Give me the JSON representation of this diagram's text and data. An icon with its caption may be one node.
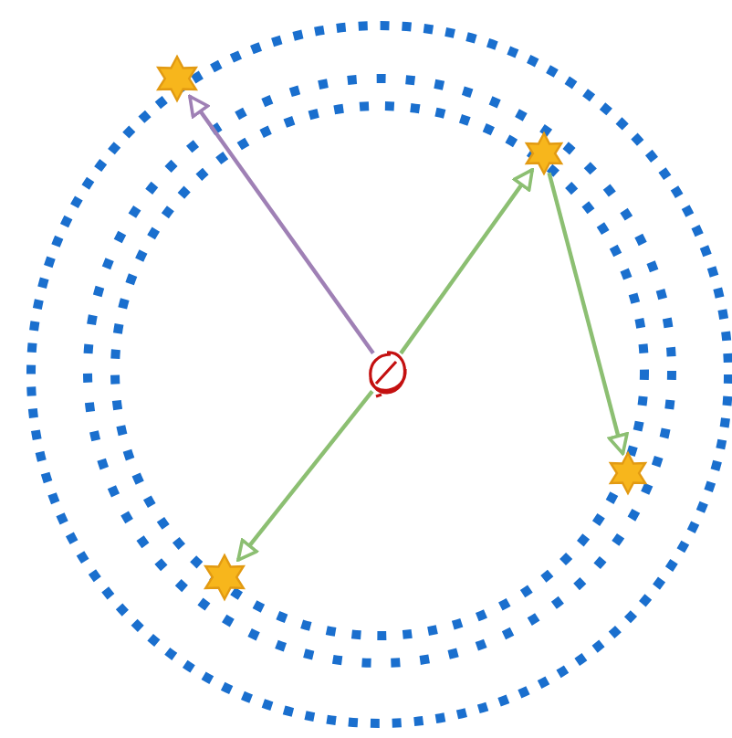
{
  "diagram": {
    "nodes": [
      {
        "text": [],
        "shape": "circle"
      },
      {
        "text": [],
        "shape": "star"
      },
      {
        "text": [],
        "shape": "star"
      },
      {
        "text": [],
        "shape": "star"
      },
      {
        "text": [],
        "shape": "star"
      }
    ],
    "edges": [
      {
        "from": 0,
        "to": 1,
        "arrow": "to",
        "color": "#9f80b5"
      },
      {
        "from": 0,
        "to": 2,
        "arrow": "to"
      },
      {
        "from": 2,
        "to": 3,
        "arrow": "to"
      },
      {
        "from": 0,
        "to": 4,
        "arrow": "to"
      }
    ]
  }
}
